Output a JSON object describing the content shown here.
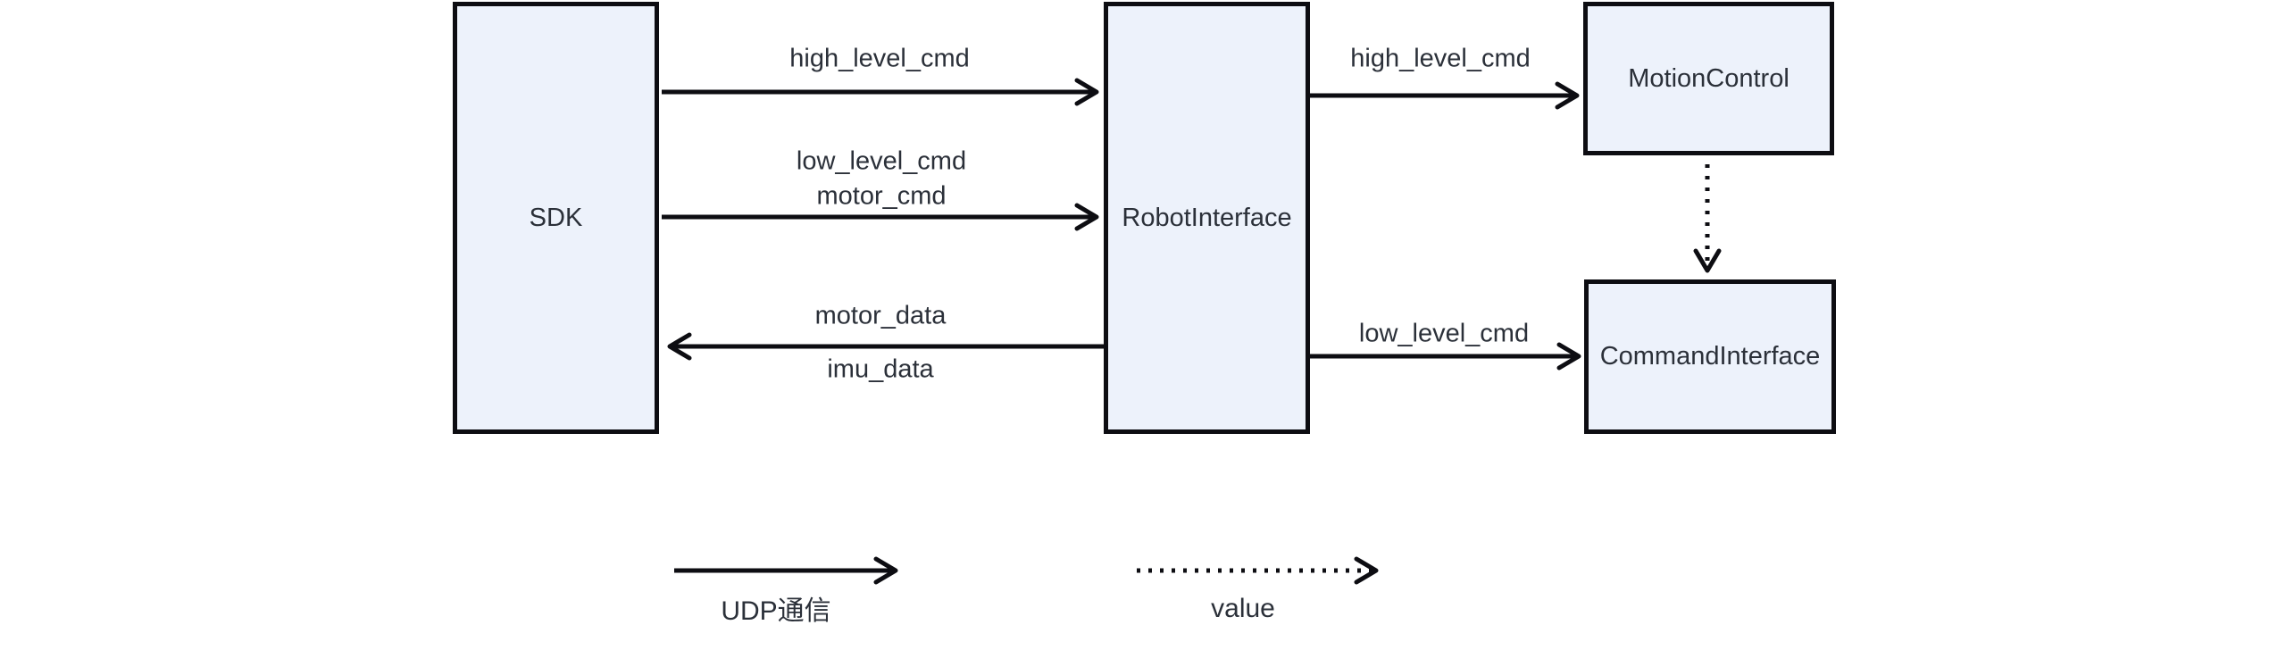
{
  "diagram": {
    "boxes": {
      "sdk": {
        "label": "SDK"
      },
      "robot_interface": {
        "label": "RobotInterface"
      },
      "motion_control": {
        "label": "MotionControl"
      },
      "command_interface": {
        "label": "CommandInterface"
      }
    },
    "edge_labels": {
      "high_level_cmd_left": "high_level_cmd",
      "low_level_cmd_left": "low_level_cmd",
      "motor_cmd": "motor_cmd",
      "motor_data": "motor_data",
      "imu_data": "imu_data",
      "high_level_cmd_right": "high_level_cmd",
      "low_level_cmd_right": "low_level_cmd"
    },
    "legend": {
      "solid_arrow_label": "UDP通信",
      "dotted_arrow_label": "value"
    },
    "colors": {
      "box_fill": "#edf2fb",
      "box_border": "#0d0d12",
      "arrow": "#0d0d12",
      "text": "#2b3039",
      "background": "#ffffff"
    }
  }
}
